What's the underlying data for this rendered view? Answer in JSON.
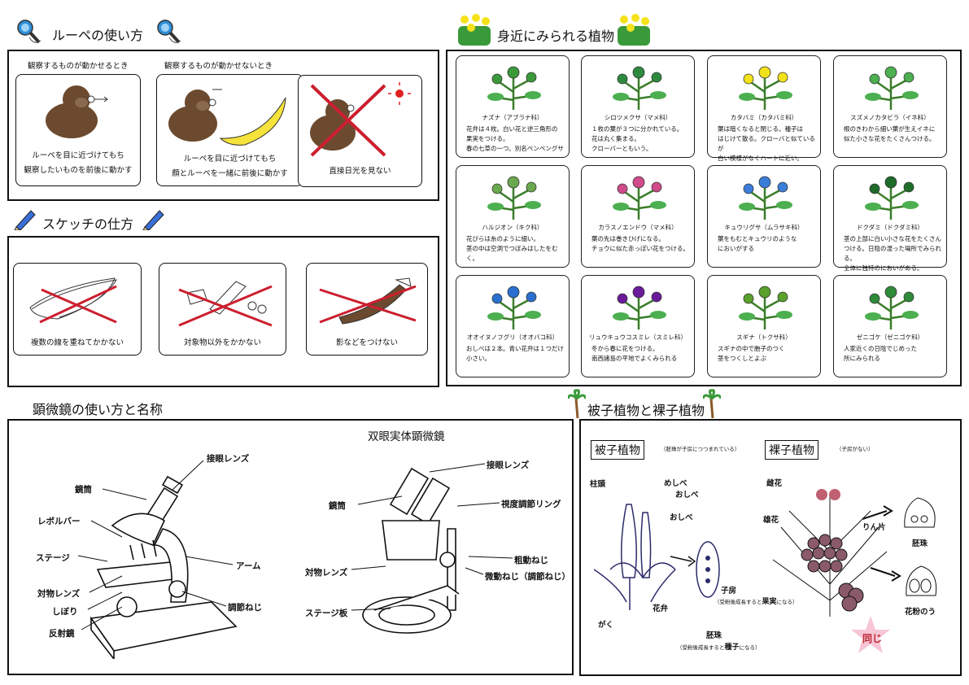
{
  "loupe": {
    "title": "ルーペの使い方",
    "sub_left": "観察するものが動かせるとき",
    "sub_right": "観察するものが動かせないとき",
    "cards": [
      {
        "line1": "ルーペを目に近づけてもち",
        "line2": "観察したいものを前後に動かす"
      },
      {
        "line1": "ルーペを目に近づけてもち",
        "line2": "顔とルーペを一緒に前後に動かす"
      },
      {
        "line1": "直接日光を見ない",
        "line2": ""
      }
    ]
  },
  "sketch": {
    "title": "スケッチの仕方",
    "cards": [
      {
        "caption": "複数の線を重ねてかかない"
      },
      {
        "caption": "対象物以外をかかない"
      },
      {
        "caption": "影などをつけない"
      }
    ]
  },
  "plants": {
    "title": "身近にみられる植物",
    "items": [
      {
        "name": "ナズナ（アブラナ科）",
        "desc1": "花弁は４枚。白い花と逆三角形の",
        "desc2": "果実をつける。",
        "desc3": "春の七草の一つ。別名ペンペングサ",
        "color": "#3a9a3a"
      },
      {
        "name": "シロツメクサ（マメ科）",
        "desc1": "１枚の葉が３つに分かれている。",
        "desc2": "花は丸く集まる。",
        "desc3": "クローバーともいう。",
        "color": "#2d8a3e"
      },
      {
        "name": "カタバミ（カタバミ科）",
        "desc1": "葉は暗くなると閉じる。種子は",
        "desc2": "はじけて散る。クローバと似ているが",
        "desc3": "白い模様がなくハートに近い。",
        "color": "#f2e21a"
      },
      {
        "name": "スズメノカタビラ（イネ科）",
        "desc1": "根のきわから細い葉が生えイネに",
        "desc2": "似た小さな花をたくさんつける。",
        "desc3": "",
        "color": "#4caf50"
      },
      {
        "name": "ハルジオン（キク科）",
        "desc1": "花びらは糸のように細い。",
        "desc2": "茎の中は空洞でつぼみはしたをむく。",
        "desc3": "",
        "color": "#6aa84f"
      },
      {
        "name": "カラスノエンドウ（マメ科）",
        "desc1": "葉の先は巻きひげになる。",
        "desc2": "チョウに似た赤っぽい花をつける。",
        "desc3": "",
        "color": "#d14a8b"
      },
      {
        "name": "キュウリグサ（ムラサキ科）",
        "desc1": "葉をもむとキュウリのような",
        "desc2": "においがする",
        "desc3": "",
        "color": "#3b7dd8"
      },
      {
        "name": "ドクダミ（ドクダミ科）",
        "desc1": "茎の上部に白い小さな花をたくさん",
        "desc2": "つける。日陰の湿った場所でみられる。",
        "desc3": "全体に独特のにおいがある。",
        "color": "#1f6b2a"
      },
      {
        "name": "オオイヌノフグリ（オオバコ科）",
        "desc1": "おしべは２本。青い花弁は１つだけ",
        "desc2": "小さい。",
        "desc3": "",
        "color": "#2a6fcf"
      },
      {
        "name": "リュウキュウコスミレ（スミレ科）",
        "desc1": "冬から春に花をつける。",
        "desc2": "南西諸島の平地でよくみられる",
        "desc3": "",
        "color": "#6a1b9a"
      },
      {
        "name": "スギナ（トクサ科）",
        "desc1": "スギナの中で胞子のつく",
        "desc2": "茎をつくしとよぶ",
        "desc3": "",
        "color": "#5aa02c"
      },
      {
        "name": "ゼニゴケ（ゼニゴケ科）",
        "desc1": "人家近くの日陰でじめった",
        "desc2": "所にみられる",
        "desc3": "",
        "color": "#2e8b3a"
      }
    ]
  },
  "microscope": {
    "title": "顕微鏡の使い方と名称",
    "stereo_title": "双眼実体顕微鏡",
    "left_labels": [
      "接眼レンズ",
      "鏡筒",
      "レボルバー",
      "ステージ",
      "対物レンズ",
      "しぼり",
      "反射鏡",
      "アーム",
      "調節ねじ"
    ],
    "right_labels": [
      "接眼レンズ",
      "鏡筒",
      "視度調節リング",
      "対物レンズ",
      "粗動ねじ",
      "微動ねじ（調節ねじ）",
      "ステージ板"
    ]
  },
  "seedplants": {
    "title": "被子植物と裸子植物",
    "angio": "被子植物",
    "angio_note": "（胚珠が子房につつまれている）",
    "gymno": "裸子植物",
    "gymno_note": "（子房がない）",
    "labels": {
      "stigma": "柱頭",
      "pistil": "めしべ",
      "stamen1": "おしべ",
      "stamen2": "おしべ",
      "sepal": "がく",
      "petal": "花弁",
      "ovary": "子房",
      "ovary_note_a": "（受粉後成長すると",
      "ovary_note_b": "果実",
      "ovary_note_c": "になる）",
      "ovule": "胚珠",
      "ovule_note_a": "（受粉後成長すると",
      "ovule_note_b": "種子",
      "ovule_note_c": "になる）",
      "female": "雌花",
      "male": "雄花",
      "scale": "りん片",
      "ovule2": "胚珠",
      "pollen_sac": "花粉のう",
      "same": "同じ"
    }
  },
  "colors": {
    "border": "#111111",
    "cross": "#cc1f2f",
    "star": "#f6c6d6"
  }
}
